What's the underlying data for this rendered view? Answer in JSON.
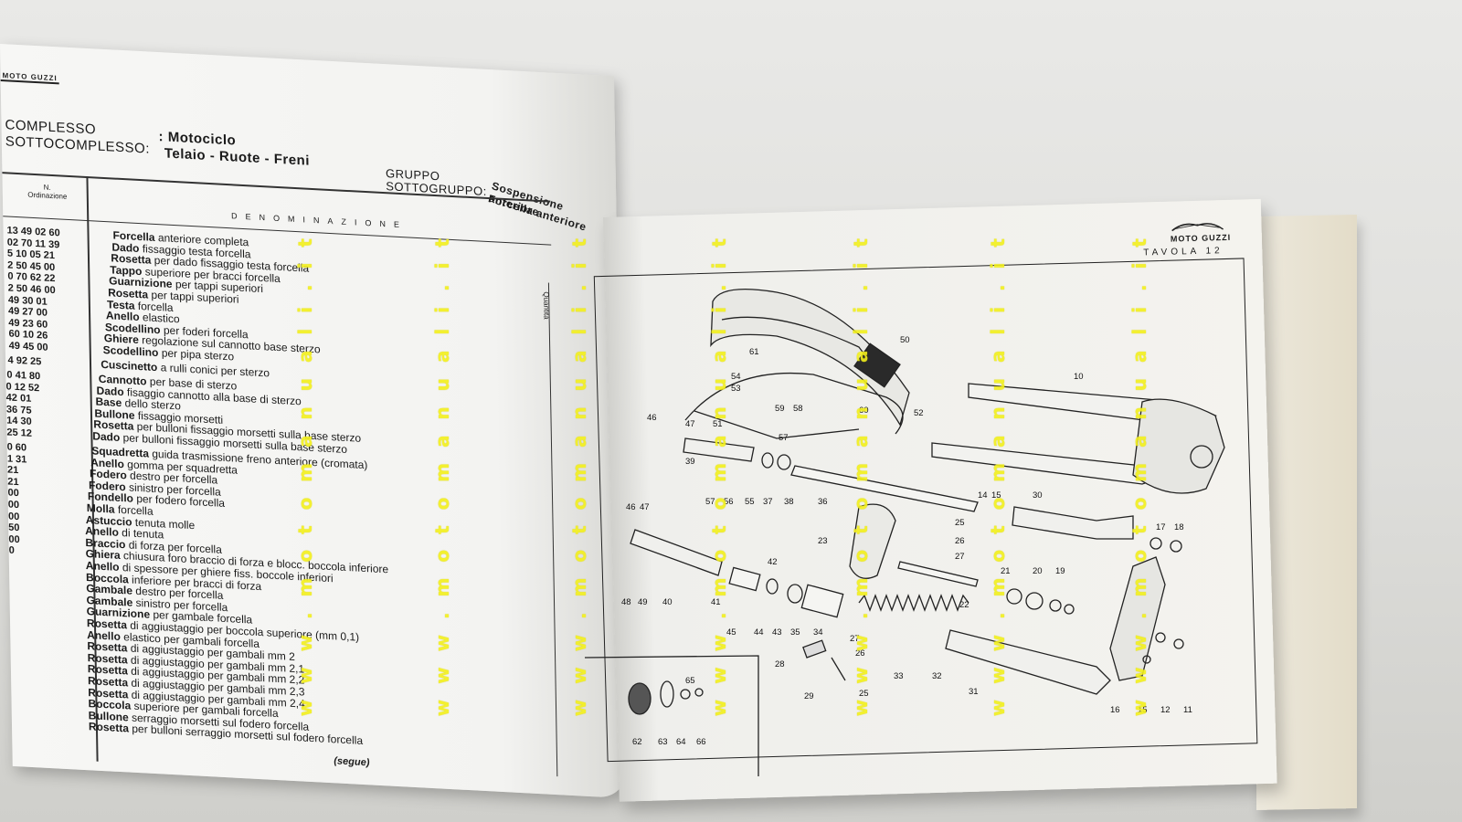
{
  "left_page": {
    "header": {
      "complesso_label": "COMPLESSO",
      "complesso_value": ": Motociclo",
      "sottocomplesso_label": "SOTTOCOMPLESSO:",
      "sottocomplesso_value": "Telaio - Ruote - Freni",
      "gruppo_label": "GRUPPO",
      "sottogruppo_label": "SOTTOGRUPPO:",
      "gruppo_value": "Sospensione anteriore",
      "sottogruppo_value": "Forcella anteriore"
    },
    "columns": {
      "n_label": "N.",
      "ordinazione_label": "Ordinazione",
      "denominazione": "DENOMINAZIONE",
      "quantita": "Quantità"
    },
    "rows": [
      {
        "code": "13 49 02 60",
        "name": "Forcella",
        "desc": "anteriore completa"
      },
      {
        "code": "02 70 11 39",
        "name": "Dado",
        "desc": "fissaggio testa forcella"
      },
      {
        "code": "5 10 05 21",
        "name": "Rosetta",
        "desc": "per dado fissaggio testa forcella"
      },
      {
        "code": "2 50 45 00",
        "name": "Tappo",
        "desc": "superiore per bracci forcella"
      },
      {
        "code": "0 70 62 22",
        "name": "Guarnizione",
        "desc": "per tappi superiori"
      },
      {
        "code": "2 50 46 00",
        "name": "Rosetta",
        "desc": "per tappi superiori"
      },
      {
        "code": "49 30 01",
        "name": "Testa",
        "desc": "forcella"
      },
      {
        "code": "49 27 00",
        "name": "Anello",
        "desc": "elastico"
      },
      {
        "code": "49 23 60",
        "name": "Scodellino",
        "desc": "per foderi forcella"
      },
      {
        "code": "60 10 26",
        "name": "Ghiere",
        "desc": "regolazione sul cannotto base sterzo"
      },
      {
        "code": "49 45 00",
        "name": "Scodellino",
        "desc": "per pipa sterzo"
      },
      {
        "code": "4 92 25",
        "name": "Cuscinetto",
        "desc": "a rulli conici per sterzo"
      },
      {
        "code": "0 41 80",
        "name": "Cannotto",
        "desc": "per base di sterzo"
      },
      {
        "code": "0 12 52",
        "name": "Dado",
        "desc": "fisaggio cannotto alla base di sterzo"
      },
      {
        "code": "42 01",
        "name": "Base",
        "desc": "dello sterzo"
      },
      {
        "code": "36 75",
        "name": "Bullone",
        "desc": "fissaggio morsetti"
      },
      {
        "code": "14 30",
        "name": "Rosetta",
        "desc": "per bulloni fissaggio morsetti sulla base sterzo"
      },
      {
        "code": "25 12",
        "name": "Dado",
        "desc": "per bulloni fissaggio morsetti sulla base sterzo"
      },
      {
        "code": "0 60",
        "name": "Squadretta",
        "desc": "guida trasmissione freno anteriore (cromata)"
      },
      {
        "code": "1 31",
        "name": "Anello",
        "desc": "gomma per squadretta"
      },
      {
        "code": "21",
        "name": "Fodero",
        "desc": "destro per forcella"
      },
      {
        "code": "21",
        "name": "Fodero",
        "desc": "sinistro per forcella"
      },
      {
        "code": "00",
        "name": "Fondello",
        "desc": "per fodero forcella"
      },
      {
        "code": "00",
        "name": "Molla",
        "desc": "forcella"
      },
      {
        "code": "00",
        "name": "Astuccio",
        "desc": "tenuta molle"
      },
      {
        "code": "50",
        "name": "Anello",
        "desc": "di tenuta"
      },
      {
        "code": "00",
        "name": "Braccio",
        "desc": "di forza per forcella"
      },
      {
        "code": "0",
        "name": "Ghiera",
        "desc": "chiusura foro braccio di forza e blocc. boccola inferiore"
      },
      {
        "code": "",
        "name": "Anello",
        "desc": "di spessore per ghiere fiss. boccole inferiori"
      },
      {
        "code": "",
        "name": "Boccola",
        "desc": "inferiore per bracci di forza"
      },
      {
        "code": "",
        "name": "Gambale",
        "desc": "destro per forcella"
      },
      {
        "code": "",
        "name": "Gambale",
        "desc": "sinistro per forcella"
      },
      {
        "code": "",
        "name": "Guarnizione",
        "desc": "per gambale forcella"
      },
      {
        "code": "",
        "name": "Rosetta",
        "desc": "di aggiustaggio per boccola superiore (mm 0,1)"
      },
      {
        "code": "",
        "name": "Anello",
        "desc": "elastico per gambali forcella"
      },
      {
        "code": "",
        "name": "Rosetta",
        "desc": "di aggiustaggio per gambali mm 2"
      },
      {
        "code": "",
        "name": "Rosetta",
        "desc": "di aggiustaggio per gambali mm 2,1"
      },
      {
        "code": "",
        "name": "Rosetta",
        "desc": "di aggiustaggio per gambali mm 2,2"
      },
      {
        "code": "",
        "name": "Rosetta",
        "desc": "di aggiustaggio per gambali mm 2,3"
      },
      {
        "code": "",
        "name": "Rosetta",
        "desc": "di aggiustaggio per gambali mm 2,4"
      },
      {
        "code": "",
        "name": "Boccola",
        "desc": "superiore per gambali forcella"
      },
      {
        "code": "",
        "name": "Bullone",
        "desc": "serraggio morsetti sul fodero forcella"
      },
      {
        "code": "",
        "name": "Rosetta",
        "desc": "per bulloni serraggio morsetti sul fodero forcella"
      }
    ],
    "segue": "(segue)"
  },
  "right_page": {
    "brand": "MOTO GUZZI",
    "tavola": "TAVOLA 12",
    "callouts": [
      "10",
      "11",
      "12",
      "14",
      "15",
      "16",
      "17",
      "18",
      "19",
      "20",
      "21",
      "22",
      "23",
      "25",
      "26",
      "27",
      "28",
      "29",
      "30",
      "31",
      "32",
      "33",
      "34",
      "35",
      "36",
      "37",
      "38",
      "39",
      "40",
      "41",
      "42",
      "43",
      "44",
      "45",
      "46",
      "47",
      "48",
      "49",
      "50",
      "51",
      "52",
      "53",
      "54",
      "55",
      "56",
      "57",
      "58",
      "59",
      "60",
      "61",
      "62",
      "63",
      "64",
      "65",
      "66"
    ]
  },
  "watermark": {
    "text": "w w w . m o t o m a n u a l i . i t",
    "color": "#f3f01c"
  }
}
